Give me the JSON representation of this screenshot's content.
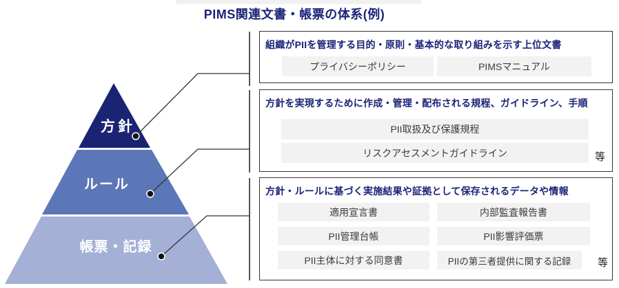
{
  "title": "PIMS関連文書・帳票の体系(例)",
  "colors": {
    "navy_text": "#1b2377",
    "tier_policy": "#1b2373",
    "tier_rule": "#5b77b8",
    "tier_record": "#a4b0d5",
    "chip_bg": "#f2f2f2",
    "box_border": "#333333"
  },
  "pyramid": {
    "tiers": [
      {
        "label": "方針",
        "color": "#1b2373"
      },
      {
        "label": "ルール",
        "color": "#5b77b8"
      },
      {
        "label": "帳票・記録",
        "color": "#a4b0d5"
      }
    ]
  },
  "boxes": [
    {
      "heading": "組織がPIIを管理する目的・原則・基本的な取り組みを示す上位文書",
      "items": [
        "プライバシーポリシー",
        "PIMSマニュアル"
      ],
      "etc": ""
    },
    {
      "heading": "方針を実現するために作成・管理・配布される規程、ガイドライン、手順",
      "items": [
        "PII取扱及び保護規程",
        "リスクアセスメントガイドライン"
      ],
      "etc": "等"
    },
    {
      "heading": "方針・ルールに基づく実施結果や証拠として保存されるデータや情報",
      "items": [
        "適用宣言書",
        "内部監査報告書",
        "PII管理台帳",
        "PII影響評価票",
        "PII主体に対する同意書",
        "PIIの第三者提供に関する記録"
      ],
      "etc": "等"
    }
  ]
}
